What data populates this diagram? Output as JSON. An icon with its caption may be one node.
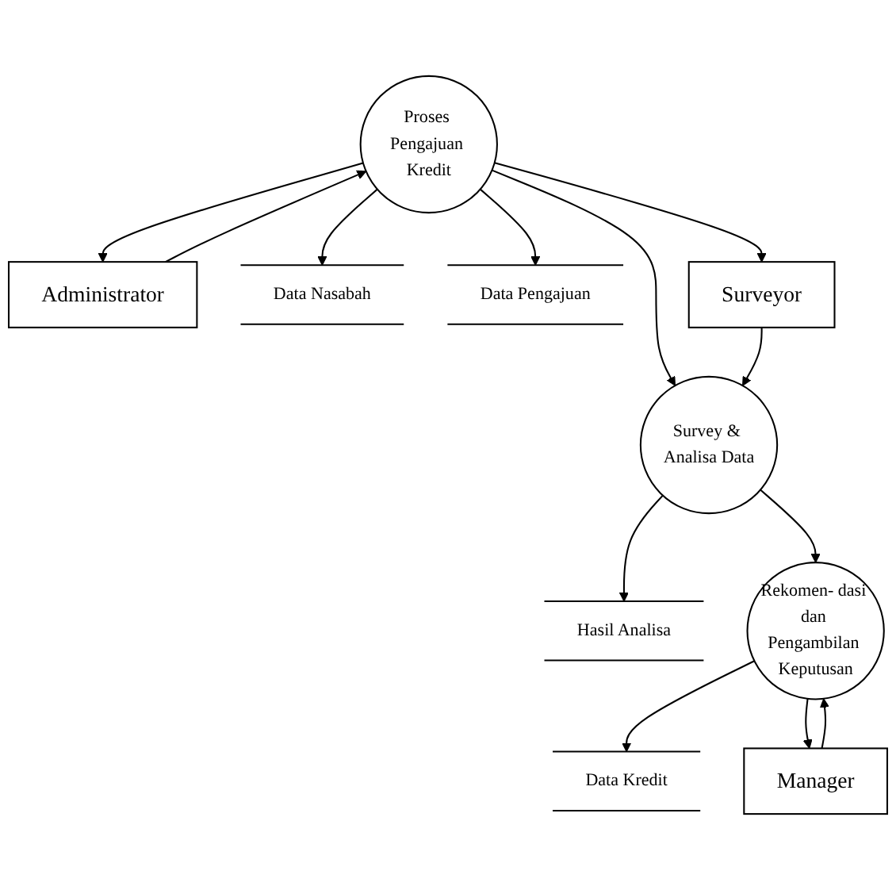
{
  "diagram": {
    "nodes": [
      {
        "text": [
          "Proses Pengajuan Kredit"
        ]
      },
      {
        "text": [
          "Administrator"
        ]
      },
      {
        "text": [
          "Data Nasabah"
        ]
      },
      {
        "text": [
          "Data Pengajuan"
        ]
      },
      {
        "text": [
          "Survey & Analisa Data"
        ]
      },
      {
        "text": [
          "Surveyor"
        ]
      },
      {
        "text": [
          "Hasil Analisa"
        ]
      },
      {
        "text": [
          "Data Kredit"
        ]
      },
      {
        "text": [
          "Rekomen- dasi dan Pengambilan Keputusan"
        ]
      },
      {
        "text": [
          "Manager"
        ]
      }
    ],
    "edges": [
      {
        "from": 0,
        "to": 2,
        "arrow": "to"
      },
      {
        "from": 0,
        "to": 3,
        "arrow": "to"
      },
      {
        "from": 0,
        "to": 1,
        "arrow": "to"
      },
      {
        "from": 1,
        "to": 0,
        "arrow": "to"
      },
      {
        "from": 0,
        "to": 4,
        "arrow": "to"
      },
      {
        "from": 0,
        "to": 5,
        "arrow": "to"
      },
      {
        "from": 5,
        "to": 4,
        "arrow": "to"
      },
      {
        "from": 4,
        "to": 6,
        "arrow": "to"
      },
      {
        "from": 4,
        "to": 8,
        "arrow": "to"
      },
      {
        "from": 8,
        "to": 7,
        "arrow": "to"
      },
      {
        "from": 8,
        "to": 9,
        "arrow": "to"
      },
      {
        "from": 9,
        "to": 8,
        "arrow": "to"
      }
    ]
  }
}
